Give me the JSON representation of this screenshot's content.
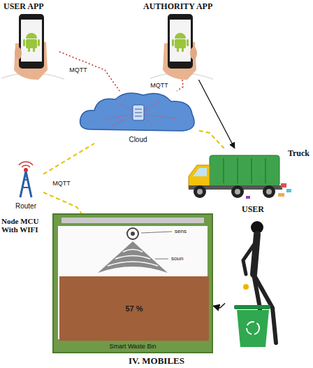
{
  "diagram": {
    "nodes": [
      {
        "text": [
          "USER APP"
        ]
      },
      {
        "text": [
          "AUTHORITY APP"
        ]
      },
      {
        "text": [
          "Cloud"
        ]
      },
      {
        "text": [
          "Truck"
        ]
      },
      {
        "text": [
          "Router"
        ]
      },
      {
        "text": [
          "Smart Waste Bin"
        ]
      },
      {
        "text": [
          "57 %"
        ],
        "in": 5
      },
      {
        "text": [
          "USER"
        ]
      }
    ],
    "edges": [
      {
        "from": 0,
        "to": 2,
        "arrow": "none",
        "label": "MQTT"
      },
      {
        "from": 1,
        "to": 2,
        "arrow": "none",
        "label": "MQTT"
      },
      {
        "from": 1,
        "to": 3,
        "arrow": "to"
      },
      {
        "from": 4,
        "to": 2,
        "arrow": "none",
        "label": "MQTT"
      },
      {
        "from": 2,
        "to": 3,
        "arrow": "none"
      },
      {
        "from": 4,
        "to": 5,
        "arrow": "none"
      },
      {
        "from": 7,
        "to": 5,
        "arrow": "to"
      }
    ],
    "labels": [
      "sens",
      "soun",
      "Node MCU With WIFI",
      "IV. MOBILES"
    ]
  }
}
